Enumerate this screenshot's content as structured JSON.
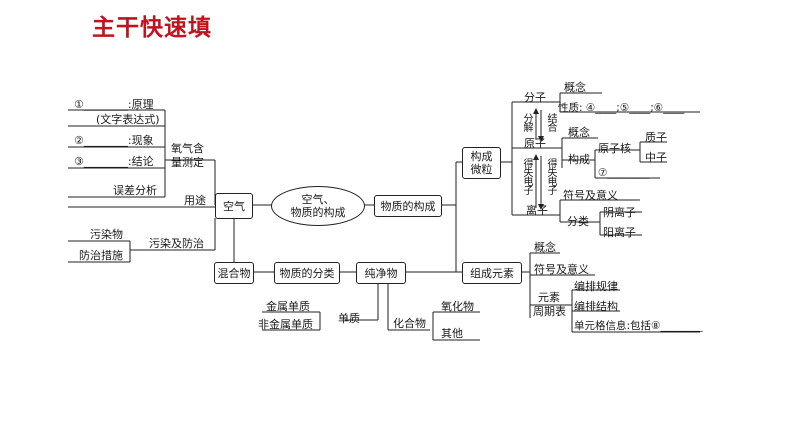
{
  "title": "主干快速填",
  "center": {
    "line1": "空气、",
    "line2": "物质的构成"
  },
  "air": {
    "box": "空气",
    "yongtu": "用途",
    "o2_label1": "氧气含",
    "o2_label2": "量测定",
    "item1": "①________:原理",
    "item1_sub": "(文字表达式)",
    "item2": "②________:现象",
    "item3": "③________:结论",
    "error": "误差分析",
    "pollution": "污染及防治",
    "pollutant": "污染物",
    "measures": "防治措施"
  },
  "classify": {
    "mixture": "混合物",
    "category": "物质的分类",
    "pure": "纯净物",
    "element_sub": "单质",
    "metal": "金属单质",
    "nonmetal": "非金属单质",
    "compound": "化合物",
    "oxide": "氧化物",
    "other": "其他"
  },
  "structure": {
    "box": "物质的构成",
    "microbox1": "构成",
    "microbox2": "微粒",
    "molecule": "分子",
    "concept": "概念",
    "property": "性质: ④____;⑤____;⑥____",
    "decompose": "分解",
    "combine": "结合",
    "atom": "原子",
    "atom_concept": "概念",
    "atom_compose": "构成",
    "nucleus": "原子核",
    "proton": "质子",
    "neutron": "中子",
    "item7": "⑦________",
    "gain1": "得失电子",
    "gain2": "得失电子",
    "ion": "离子",
    "symbol": "符号及意义",
    "classify": "分类",
    "cation": "阴离子",
    "anion": "阳离子"
  },
  "elements": {
    "box": "组成元素",
    "concept": "概念",
    "symbol": "符号及意义",
    "table1": "元素",
    "table2": "周期表",
    "rule": "编排规律",
    "struct": "编排结构",
    "cell": "单元格信息:包括⑧________"
  }
}
